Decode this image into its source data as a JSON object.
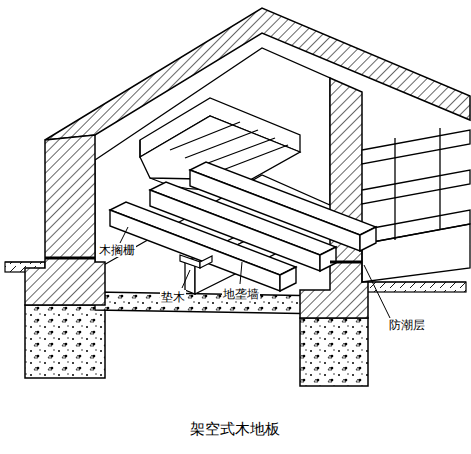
{
  "diagram": {
    "caption": "架空式木地板",
    "labels": [
      "木搁栅",
      "垫木",
      "地垄墙",
      "防潮层"
    ]
  }
}
